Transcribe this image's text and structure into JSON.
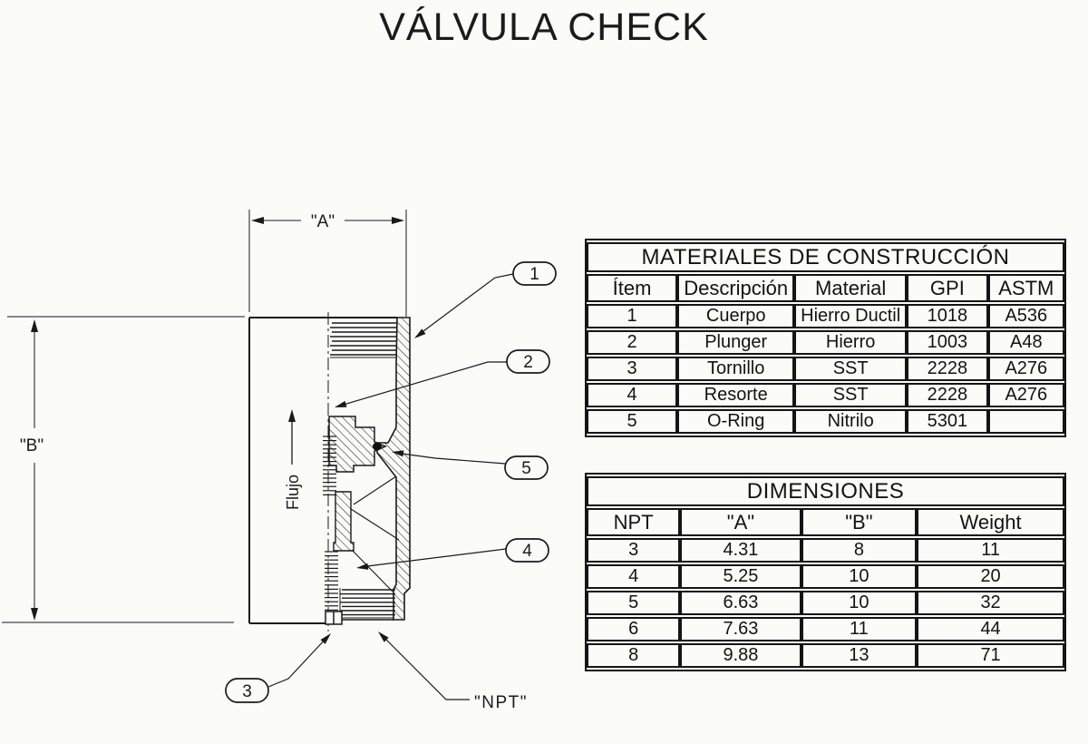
{
  "page": {
    "title": "VÁLVULA CHECK",
    "background": "#fbfbf8",
    "ink": "#1a1a1a"
  },
  "diagram": {
    "dim_a_label": "\"A\"",
    "dim_b_label": "\"B\"",
    "flow_label": "Flujo",
    "npt_label": "\"NPT\"",
    "balloons": [
      {
        "label": "1"
      },
      {
        "label": "2"
      },
      {
        "label": "3"
      },
      {
        "label": "4"
      },
      {
        "label": "5"
      }
    ]
  },
  "materials_table": {
    "title": "MATERIALES DE CONSTRUCCIÓN",
    "columns": [
      "Ítem",
      "Descripción",
      "Material",
      "GPI",
      "ASTM"
    ],
    "rows": [
      [
        "1",
        "Cuerpo",
        "Hierro Ductil",
        "1018",
        "A536"
      ],
      [
        "2",
        "Plunger",
        "Hierro",
        "1003",
        "A48"
      ],
      [
        "3",
        "Tornillo",
        "SST",
        "2228",
        "A276"
      ],
      [
        "4",
        "Resorte",
        "SST",
        "2228",
        "A276"
      ],
      [
        "5",
        "O-Ring",
        "Nitrilo",
        "5301",
        ""
      ]
    ]
  },
  "dimensions_table": {
    "title": "DIMENSIONES",
    "columns": [
      "NPT",
      "\"A\"",
      "\"B\"",
      "Weight"
    ],
    "rows": [
      [
        "3",
        "4.31",
        "8",
        "11"
      ],
      [
        "4",
        "5.25",
        "10",
        "20"
      ],
      [
        "5",
        "6.63",
        "10",
        "32"
      ],
      [
        "6",
        "7.63",
        "11",
        "44"
      ],
      [
        "8",
        "9.88",
        "13",
        "71"
      ]
    ]
  }
}
